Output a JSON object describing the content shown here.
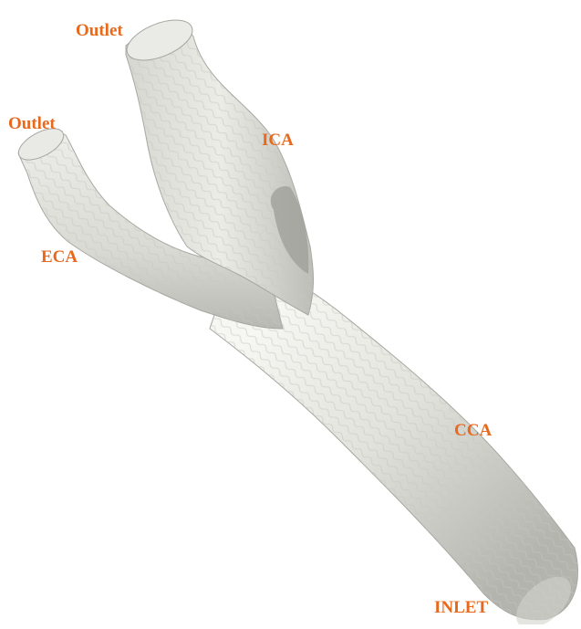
{
  "diagram": {
    "labels": {
      "outlet_ica": "Outlet",
      "outlet_eca": "Outlet",
      "ica": "ICA",
      "eca": "ECA",
      "cca": "CCA",
      "inlet": "INLET"
    },
    "colors": {
      "label": "#E8691E",
      "vessel_light": "#f4f4f0",
      "vessel_mid": "#dcdcd6",
      "vessel_dark": "#a9a9a3",
      "background": "#ffffff"
    }
  }
}
